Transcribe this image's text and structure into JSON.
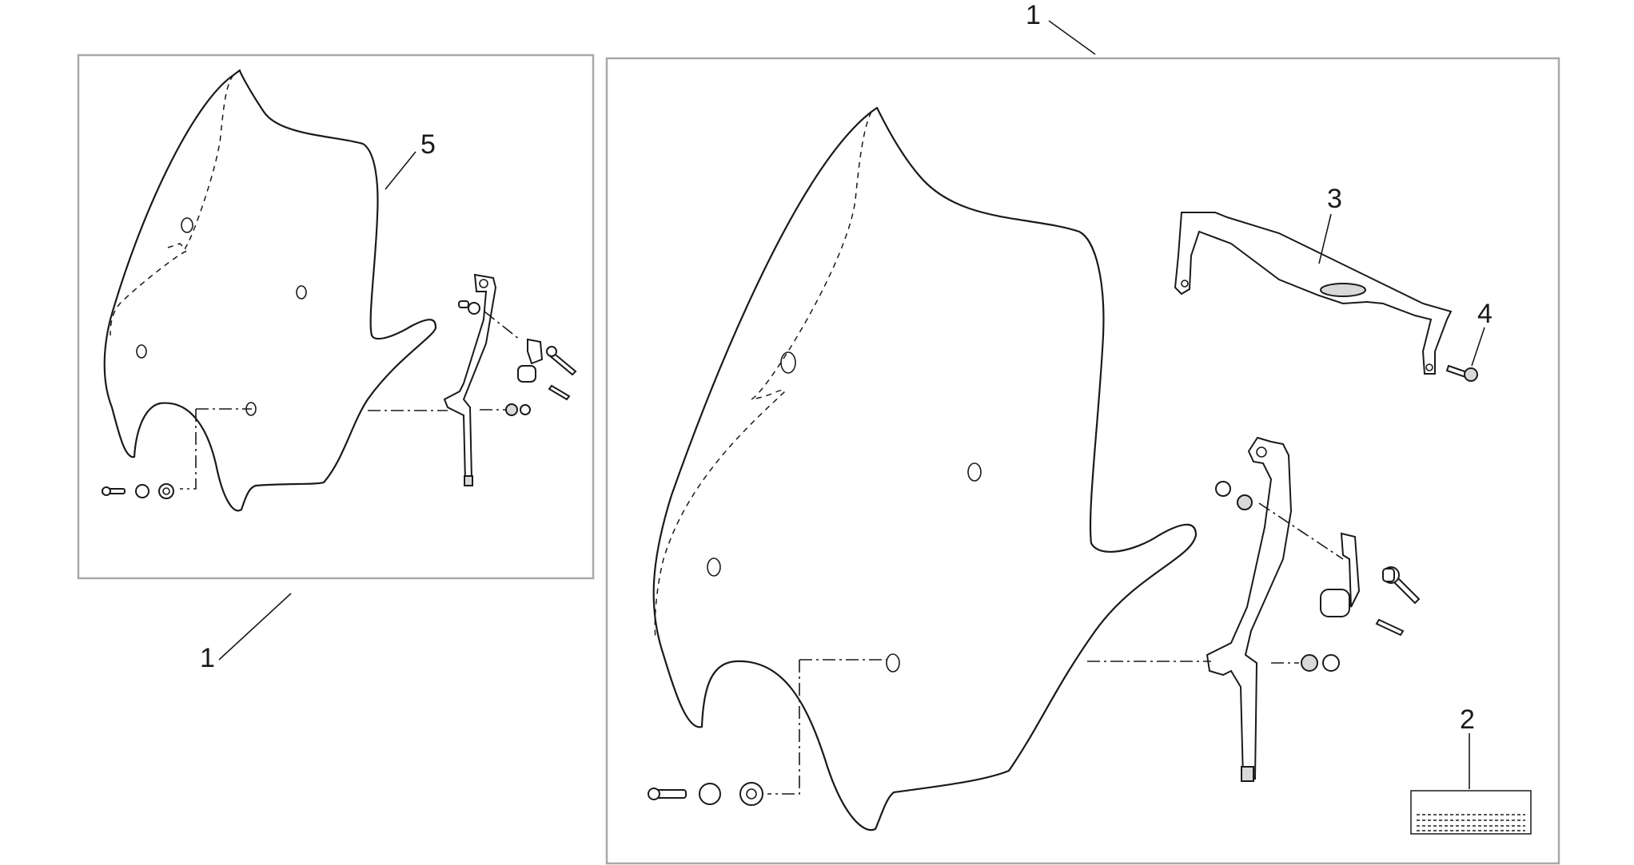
{
  "callouts": {
    "kit_right": "1",
    "kit_left": "1",
    "sticker": "2",
    "bracket": "3",
    "screw": "4",
    "screen": "5"
  }
}
